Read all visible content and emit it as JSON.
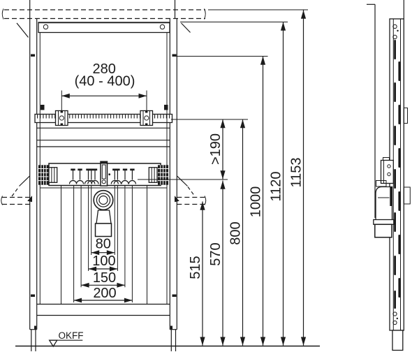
{
  "drawing": {
    "bg": "#ffffff",
    "ink": "#1b1b1b",
    "front": {
      "stud_spacing": "280",
      "stud_spacing_range": "(40 - 400)",
      "pipe_dims": {
        "d80": "80",
        "d100": "100",
        "d150": "150",
        "d200": "200"
      },
      "floor_label": "OKFF"
    },
    "heights": {
      "h515": "515",
      "h570": "570",
      "h800": "800",
      "h1000": "1000",
      "h1120": "1120",
      "h1153": "1153",
      "clearance": ">190"
    }
  }
}
